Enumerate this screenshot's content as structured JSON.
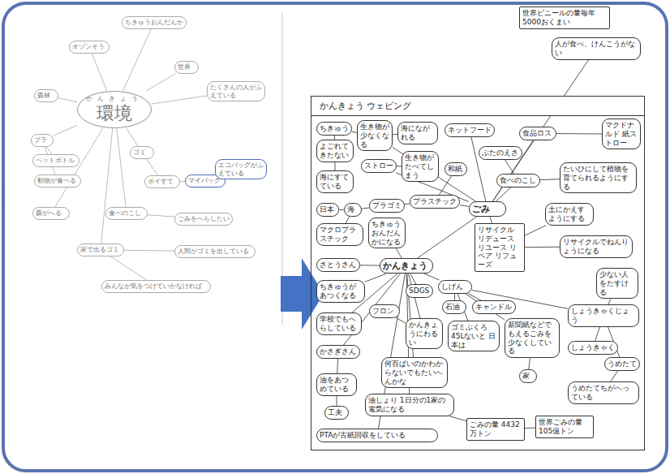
{
  "diagram": {
    "nodes": [
      {
        "text": [
          "かんきょう",
          "環境"
        ]
      },
      {
        "text": [
          "ちきゅうおんだんか"
        ]
      },
      {
        "text": [
          "オゾンそう"
        ]
      },
      {
        "text": [
          "森林"
        ]
      },
      {
        "text": [
          "世界"
        ]
      },
      {
        "text": [
          "たくさんの人がふえている"
        ]
      },
      {
        "text": [
          "プラ"
        ]
      },
      {
        "text": [
          "ペットボトル"
        ]
      },
      {
        "text": [
          "動物が食べる"
        ]
      },
      {
        "text": [
          "ゴミ"
        ]
      },
      {
        "text": [
          "マイバッグ"
        ]
      },
      {
        "text": [
          "エコバッグがふえている"
        ]
      },
      {
        "text": [
          "ポイすて"
        ]
      },
      {
        "text": [
          "森がへる"
        ]
      },
      {
        "text": [
          "食べのこし"
        ]
      },
      {
        "text": [
          "ごみをへらしたい"
        ]
      },
      {
        "text": [
          "家で出るゴミ"
        ]
      },
      {
        "text": [
          "人間がゴミを出している"
        ]
      },
      {
        "text": [
          "みんなが気をつけていかなければ"
        ]
      },
      {
        "text": [
          "世界ビニールの量毎年 5000おくまい"
        ]
      },
      {
        "text": [
          "人が食べ、けんこうがない"
        ]
      },
      {
        "text": [
          "かんきょう ウェビング"
        ]
      },
      {
        "text": [
          "ちきゅう"
        ],
        "in": 21
      },
      {
        "text": [
          "よごれてきたない"
        ],
        "in": 21
      },
      {
        "text": [
          "生き物が少なくなる"
        ],
        "in": 21
      },
      {
        "text": [
          "海にながれる"
        ],
        "in": 21
      },
      {
        "text": [
          "ネットフード"
        ],
        "in": 21
      },
      {
        "text": [
          "食品ロス"
        ],
        "in": 21
      },
      {
        "text": [
          "マクドナルド 紙ストロー"
        ],
        "in": 21
      },
      {
        "text": [
          "ストロー"
        ],
        "in": 21
      },
      {
        "text": [
          "生き物がたべてしまう"
        ],
        "in": 21
      },
      {
        "text": [
          "和紙"
        ],
        "in": 21
      },
      {
        "text": [
          "ぶたのえさ"
        ],
        "in": 21
      },
      {
        "text": [
          "食べのこし"
        ],
        "in": 21
      },
      {
        "text": [
          "たいひにして植物を育てられるようにする"
        ],
        "in": 21
      },
      {
        "text": [
          "海にすてている"
        ],
        "in": 21
      },
      {
        "text": [
          "日本"
        ],
        "in": 21
      },
      {
        "text": [
          "海"
        ],
        "in": 21
      },
      {
        "text": [
          "マクロプラスチック"
        ],
        "in": 21
      },
      {
        "text": [
          "プラゴミ"
        ],
        "in": 21
      },
      {
        "text": [
          "プラスチック"
        ],
        "in": 21
      },
      {
        "text": [
          "ごみ"
        ],
        "in": 21
      },
      {
        "text": [
          "リサイクル リデュース リユース リペア リフューズ"
        ],
        "in": 21
      },
      {
        "text": [
          "土にかえすようにする"
        ],
        "in": 21
      },
      {
        "text": [
          "ちきゅうおんだんかになる"
        ],
        "in": 21
      },
      {
        "text": [
          "さとうさん"
        ],
        "in": 21
      },
      {
        "text": [
          "かんきょう"
        ],
        "in": 21
      },
      {
        "text": [
          "しげん"
        ],
        "in": 21
      },
      {
        "text": [
          "SDGS"
        ],
        "in": 21
      },
      {
        "text": [
          "石油"
        ],
        "in": 21
      },
      {
        "text": [
          "キャンドル"
        ],
        "in": 21
      },
      {
        "text": [
          "リサイクルでねんりょうになる"
        ],
        "in": 21
      },
      {
        "text": [
          "ちきゅうがあつくなる"
        ],
        "in": 21
      },
      {
        "text": [
          "フロン"
        ],
        "in": 21
      },
      {
        "text": [
          "かんきょうにわるい"
        ],
        "in": 21
      },
      {
        "text": [
          "ゴミぶくろ 45Lないと 日本は"
        ],
        "in": 21
      },
      {
        "text": [
          "新聞紙などでもえるごみを少なくしている"
        ],
        "in": 21
      },
      {
        "text": [
          "少ない人をたすける"
        ],
        "in": 21
      },
      {
        "text": [
          "学校でもへらしている"
        ],
        "in": 21
      },
      {
        "text": [
          "何百ぱいのかわからないでもたいへんかな"
        ],
        "in": 21
      },
      {
        "text": [
          "かさぎさん"
        ],
        "in": 21
      },
      {
        "text": [
          "油をあつめている"
        ],
        "in": 21
      },
      {
        "text": [
          "工夫"
        ],
        "in": 21
      },
      {
        "text": [
          "油しょり 1日分の1家の電気になる"
        ],
        "in": 21
      },
      {
        "text": [
          "家"
        ],
        "in": 21
      },
      {
        "text": [
          "しょうきゃくじょう"
        ],
        "in": 21
      },
      {
        "text": [
          "しょうきゃく"
        ],
        "in": 21
      },
      {
        "text": [
          "うめたて"
        ],
        "in": 21
      },
      {
        "text": [
          "うめたてちがへっている"
        ],
        "in": 21
      },
      {
        "text": [
          "PTAが古紙回収をしている"
        ],
        "in": 21
      },
      {
        "text": [
          "ごみの量 4432万トン"
        ],
        "in": 21
      },
      {
        "text": [
          "世界ごみの量 105億トン"
        ],
        "in": 21
      }
    ],
    "edges": [
      {
        "from": 0,
        "to": 1,
        "arrow": "none"
      },
      {
        "from": 0,
        "to": 2,
        "arrow": "none"
      },
      {
        "from": 0,
        "to": 3,
        "arrow": "none"
      },
      {
        "from": 0,
        "to": 4,
        "arrow": "none"
      },
      {
        "from": 0,
        "to": 5,
        "arrow": "none"
      },
      {
        "from": 0,
        "to": 6,
        "arrow": "none"
      },
      {
        "from": 6,
        "to": 7,
        "arrow": "none"
      },
      {
        "from": 6,
        "to": 8,
        "arrow": "none"
      },
      {
        "from": 0,
        "to": 9,
        "arrow": "none"
      },
      {
        "from": 9,
        "to": 12,
        "arrow": "none"
      },
      {
        "from": 12,
        "to": 10,
        "arrow": "none"
      },
      {
        "from": 10,
        "to": 11,
        "arrow": "none"
      },
      {
        "from": 0,
        "to": 13,
        "arrow": "none"
      },
      {
        "from": 0,
        "to": 14,
        "arrow": "none"
      },
      {
        "from": 14,
        "to": 15,
        "arrow": "none"
      },
      {
        "from": 0,
        "to": 16,
        "arrow": "none"
      },
      {
        "from": 16,
        "to": 17,
        "arrow": "none"
      },
      {
        "from": 16,
        "to": 18,
        "arrow": "none"
      },
      {
        "from": 20,
        "to": 41,
        "arrow": "none"
      },
      {
        "from": 22,
        "to": 23,
        "arrow": "none"
      },
      {
        "from": 23,
        "to": 35,
        "arrow": "none"
      },
      {
        "from": 24,
        "to": 22,
        "arrow": "none"
      },
      {
        "from": 25,
        "to": 24,
        "arrow": "none"
      },
      {
        "from": 41,
        "to": 24,
        "arrow": "none"
      },
      {
        "from": 41,
        "to": 26,
        "arrow": "none"
      },
      {
        "from": 41,
        "to": 27,
        "arrow": "none"
      },
      {
        "from": 27,
        "to": 28,
        "arrow": "none"
      },
      {
        "from": 41,
        "to": 29,
        "arrow": "none"
      },
      {
        "from": 29,
        "to": 30,
        "arrow": "none"
      },
      {
        "from": 41,
        "to": 40,
        "arrow": "none"
      },
      {
        "from": 40,
        "to": 31,
        "arrow": "none"
      },
      {
        "from": 40,
        "to": 39,
        "arrow": "none"
      },
      {
        "from": 39,
        "to": 37,
        "arrow": "none"
      },
      {
        "from": 37,
        "to": 36,
        "arrow": "none"
      },
      {
        "from": 37,
        "to": 38,
        "arrow": "none"
      },
      {
        "from": 41,
        "to": 42,
        "arrow": "none"
      },
      {
        "from": 42,
        "to": 43,
        "arrow": "none"
      },
      {
        "from": 42,
        "to": 51,
        "arrow": "none"
      },
      {
        "from": 41,
        "to": 33,
        "arrow": "none"
      },
      {
        "from": 33,
        "to": 32,
        "arrow": "none"
      },
      {
        "from": 33,
        "to": 34,
        "arrow": "none"
      },
      {
        "from": 46,
        "to": 41,
        "arrow": "none"
      },
      {
        "from": 46,
        "to": 44,
        "arrow": "none"
      },
      {
        "from": 46,
        "to": 45,
        "arrow": "none"
      },
      {
        "from": 46,
        "to": 52,
        "arrow": "none"
      },
      {
        "from": 46,
        "to": 47,
        "arrow": "none"
      },
      {
        "from": 46,
        "to": 48,
        "arrow": "none"
      },
      {
        "from": 47,
        "to": 49,
        "arrow": "none"
      },
      {
        "from": 47,
        "to": 50,
        "arrow": "none"
      },
      {
        "from": 47,
        "to": 56,
        "arrow": "none"
      },
      {
        "from": 47,
        "to": 55,
        "arrow": "none"
      },
      {
        "from": 46,
        "to": 54,
        "arrow": "none"
      },
      {
        "from": 54,
        "to": 53,
        "arrow": "none"
      },
      {
        "from": 46,
        "to": 58,
        "arrow": "none"
      },
      {
        "from": 46,
        "to": 59,
        "arrow": "none"
      },
      {
        "from": 46,
        "to": 60,
        "arrow": "none"
      },
      {
        "from": 60,
        "to": 61,
        "arrow": "none"
      },
      {
        "from": 61,
        "to": 62,
        "arrow": "none"
      },
      {
        "from": 46,
        "to": 63,
        "arrow": "none"
      },
      {
        "from": 63,
        "to": 70,
        "arrow": "none"
      },
      {
        "from": 70,
        "to": 71,
        "arrow": "none"
      },
      {
        "from": 47,
        "to": 65,
        "arrow": "none"
      },
      {
        "from": 65,
        "to": 57,
        "arrow": "none"
      },
      {
        "from": 65,
        "to": 66,
        "arrow": "none"
      },
      {
        "from": 65,
        "to": 67,
        "arrow": "none"
      },
      {
        "from": 67,
        "to": 68,
        "arrow": "none"
      },
      {
        "from": 56,
        "to": 64,
        "arrow": "none"
      },
      {
        "from": 46,
        "to": 69,
        "arrow": "none"
      }
    ]
  }
}
